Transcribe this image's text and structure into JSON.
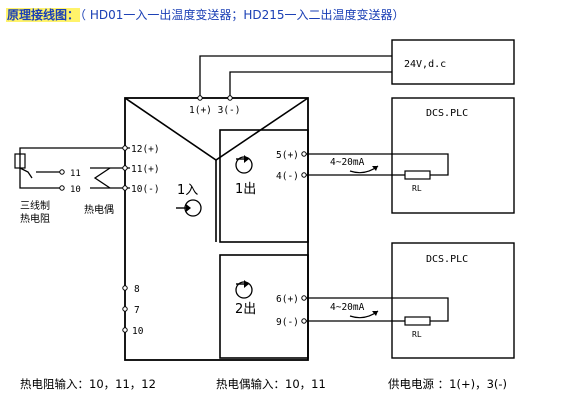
{
  "title": {
    "label": "原理接线图：",
    "text": "（ HD01一入一出温度变送器；HD215一入二出温度变送器）"
  },
  "power_box": {
    "label": "24V,d.c"
  },
  "plc_box_1": {
    "label": "DCS.PLC",
    "resistor_label": "RL"
  },
  "plc_box_2": {
    "label": "DCS.PLC",
    "resistor_label": "RL"
  },
  "top_terminals": {
    "label": "1(+) 3(-)"
  },
  "input_terminals": [
    "12(+)",
    "11(+)",
    "10(-)"
  ],
  "unused_terminals": [
    "8",
    "7",
    "10"
  ],
  "output1": {
    "label": "1出",
    "terminals": [
      "5(+)",
      "4(-)"
    ],
    "signal": "4~20mA"
  },
  "output2": {
    "label": "2出",
    "terminals": [
      "6(+)",
      "9(-)"
    ],
    "signal": "4~20mA"
  },
  "input_label": "1入",
  "rtd": {
    "terminals": [
      "11",
      "10"
    ],
    "label_line1": "三线制",
    "label_line2": "热电阻"
  },
  "thermocouple": {
    "label": "热电偶"
  },
  "footer": {
    "rtd_input": "热电阻输入：10，11，12",
    "tc_input": "热电偶输入：10，11",
    "power": "供电电源 ：1(+)，3(-)"
  }
}
